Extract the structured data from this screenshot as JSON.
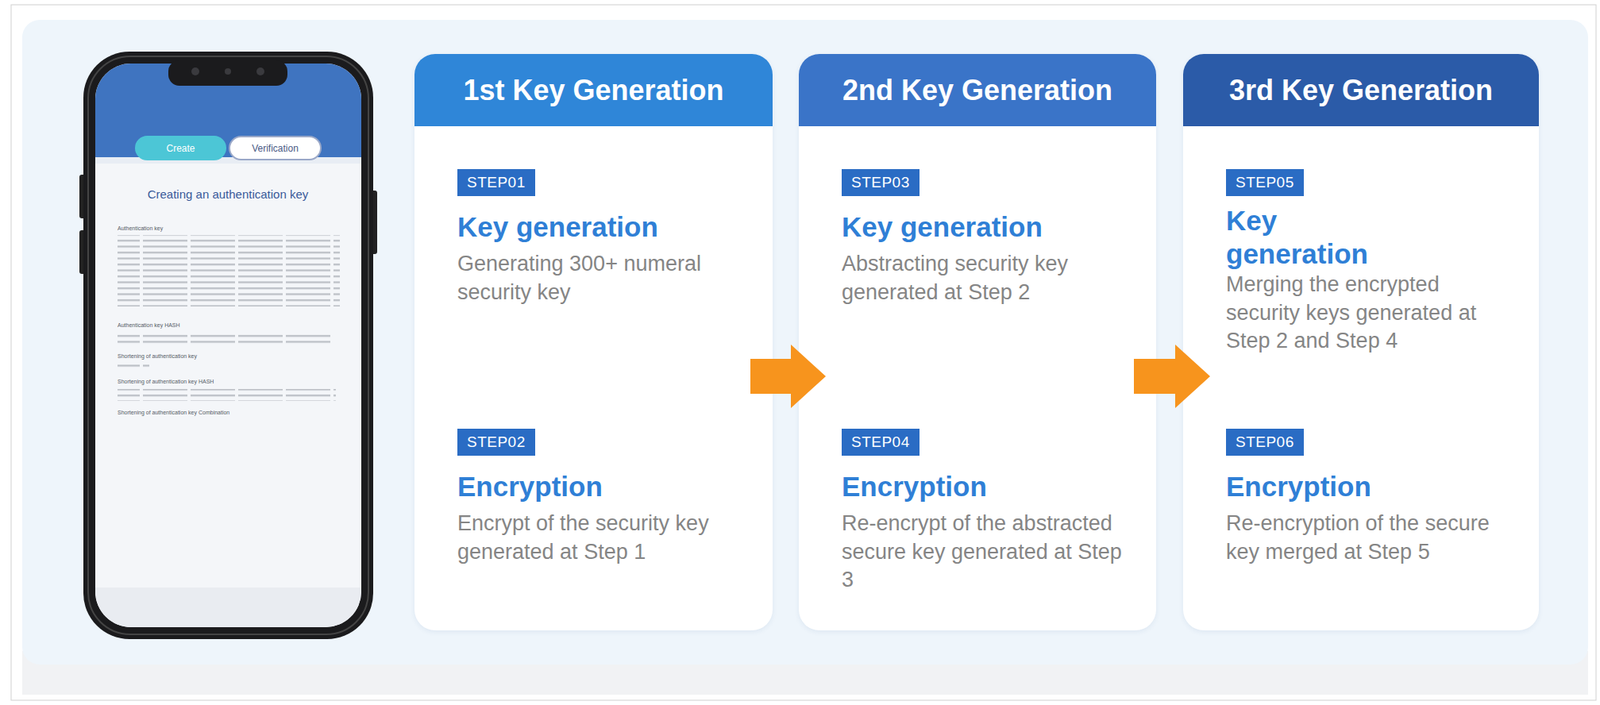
{
  "diagram": {
    "nodes": [
      {
        "text": [
          "Create"
        ]
      },
      {
        "text": [
          "Verification"
        ]
      },
      {
        "text": [
          "1st Key Generation"
        ]
      },
      {
        "text": [
          "STEP01",
          "Key generation",
          "Generating 300+ numeral security key"
        ],
        "in": 2
      },
      {
        "text": [
          "STEP02",
          "Encryption",
          "Encrypt of the security key generated at Step 1"
        ],
        "in": 2
      },
      {
        "text": [
          "2nd Key Generation"
        ]
      },
      {
        "text": [
          "STEP03",
          "Key generation",
          "Abstracting security key generated at Step 2"
        ],
        "in": 5
      },
      {
        "text": [
          "STEP04",
          "Encryption",
          "Re-encrypt of the abstracted secure key generated at Step 3"
        ],
        "in": 5
      },
      {
        "text": [
          "3rd Key Generation"
        ]
      },
      {
        "text": [
          "STEP05",
          "Key generation",
          "Merging the encrypted security keys generated at Step 2 and Step 4"
        ],
        "in": 8
      },
      {
        "text": [
          "STEP06",
          "Encryption",
          "Re-encryption of the secure key merged at Step 5"
        ],
        "in": 8
      }
    ],
    "edges": [
      {
        "from": 2,
        "to": 5,
        "arrow": "to"
      },
      {
        "from": 5,
        "to": 8,
        "arrow": "to"
      }
    ],
    "labels": [
      "Creating an authentication key",
      "Authentication key",
      "Authentication key HASH",
      "Shortening of authentication key",
      "Shortening of authentication key HASH",
      "Shortening of authentication key Combination"
    ]
  }
}
